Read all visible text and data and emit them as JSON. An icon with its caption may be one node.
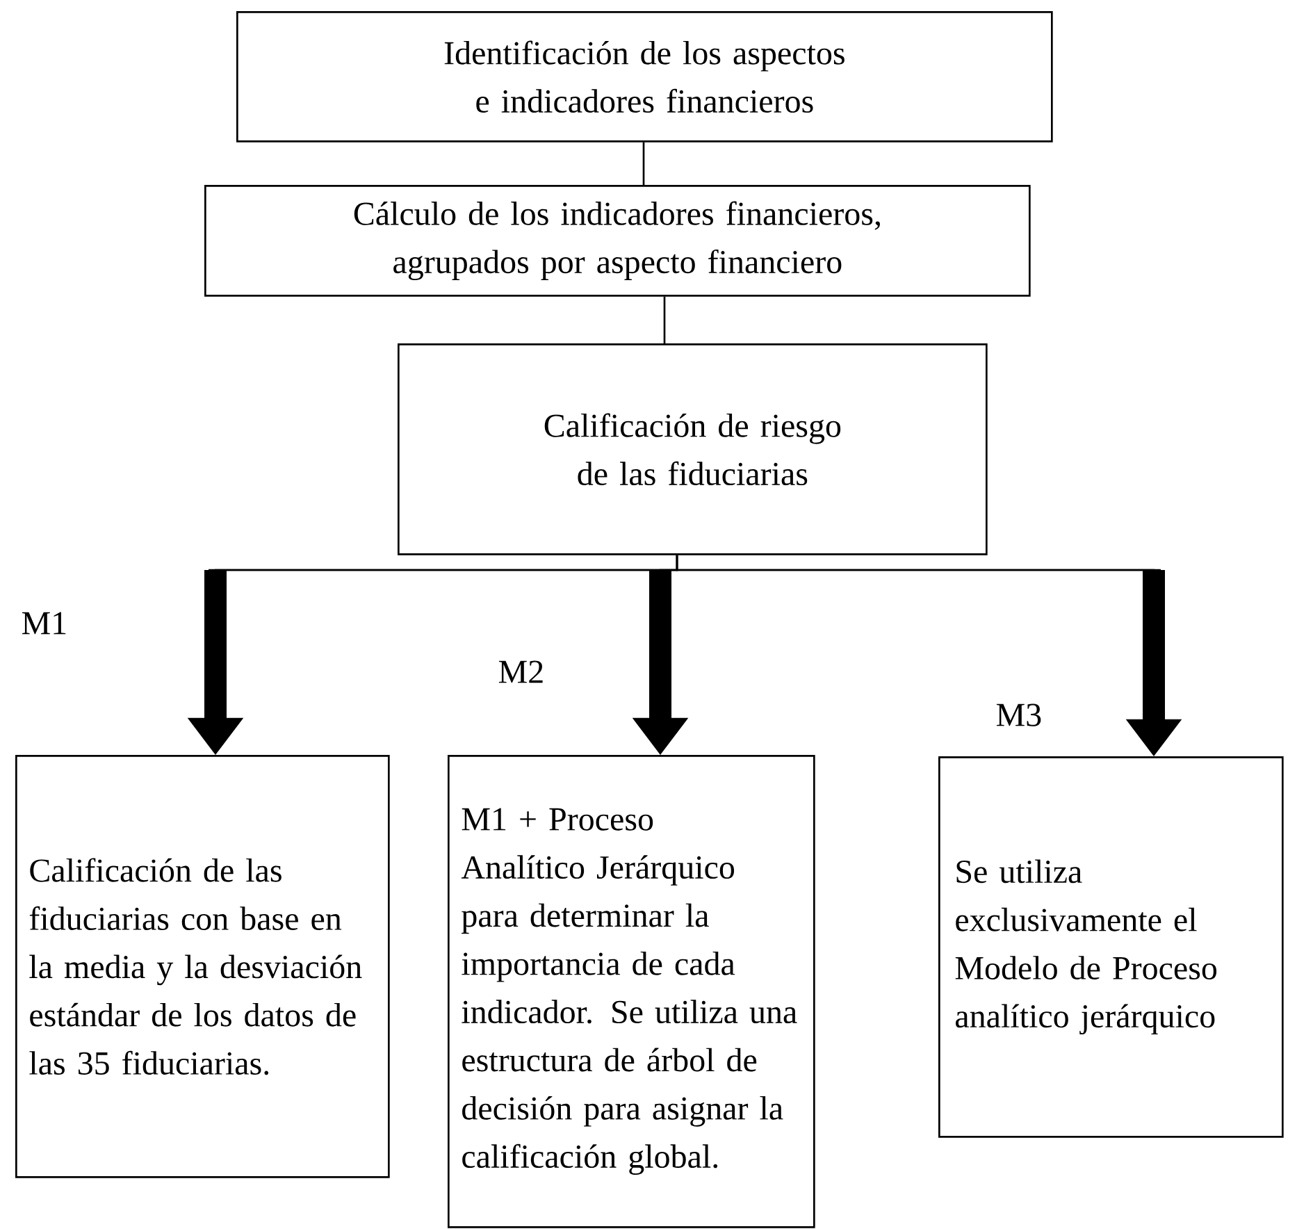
{
  "diagram": {
    "nodes": [
      {
        "text": [
          "Identificación de los aspectos e indicadores financieros"
        ]
      },
      {
        "text": [
          "Cálculo de los indicadores financieros, agrupados por aspecto financiero"
        ]
      },
      {
        "text": [
          "Calificación de riesgo de las fiduciarias"
        ]
      },
      {
        "text": [
          "Calificación de las fiduciarias con base en la media y la desviación estándar de los datos de las 35 fiduciarias."
        ]
      },
      {
        "text": [
          "M1 + Proceso Analítico Jerárquico para determinar la importancia de cada indicador. Se utiliza una estructura de árbol de decisión para asignar la calificación global."
        ]
      },
      {
        "text": [
          "Se utiliza exclusivamente el Modelo de Proceso analítico jerárquico"
        ]
      }
    ],
    "edges": [
      {
        "from": 0,
        "to": 1,
        "arrow": "none"
      },
      {
        "from": 1,
        "to": 2,
        "arrow": "none"
      },
      {
        "from": 2,
        "to": 3,
        "arrow": "to"
      },
      {
        "from": 2,
        "to": 4,
        "arrow": "to"
      },
      {
        "from": 2,
        "to": 5,
        "arrow": "to"
      }
    ],
    "labels": [
      "M1",
      "M2",
      "M3"
    ]
  }
}
